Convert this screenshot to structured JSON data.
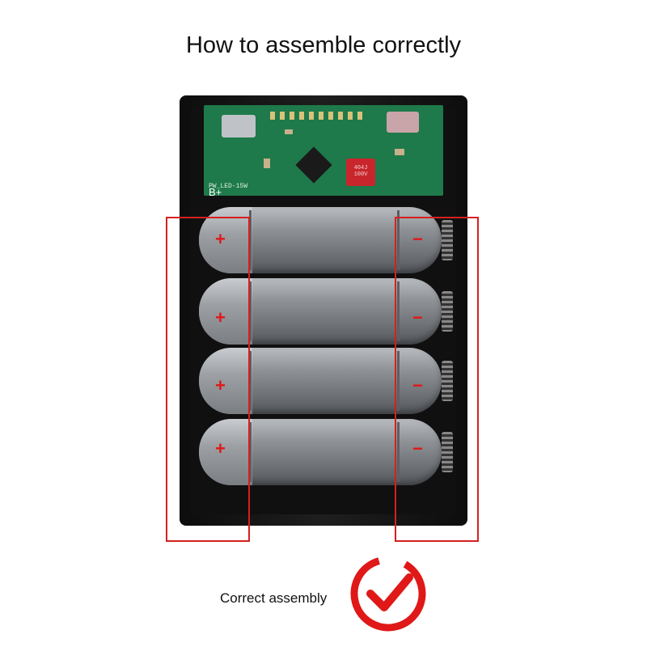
{
  "title": "How to assemble correctly",
  "pcb": {
    "silkscreen": "PW_LED-15W",
    "capacitor_label": "404J\n100V",
    "terminal_label": "B+"
  },
  "polarity": {
    "positive": "+",
    "negative": "−"
  },
  "batteries": [
    {
      "positive": "+",
      "negative": "−"
    },
    {
      "positive": "+",
      "negative": "−"
    },
    {
      "positive": "+",
      "negative": "−"
    },
    {
      "positive": "+",
      "negative": "−"
    }
  ],
  "caption": "Correct assembly",
  "colors": {
    "accent": "#d42020",
    "check": "#e01818"
  },
  "icons": {
    "check": "check-circle-icon"
  }
}
